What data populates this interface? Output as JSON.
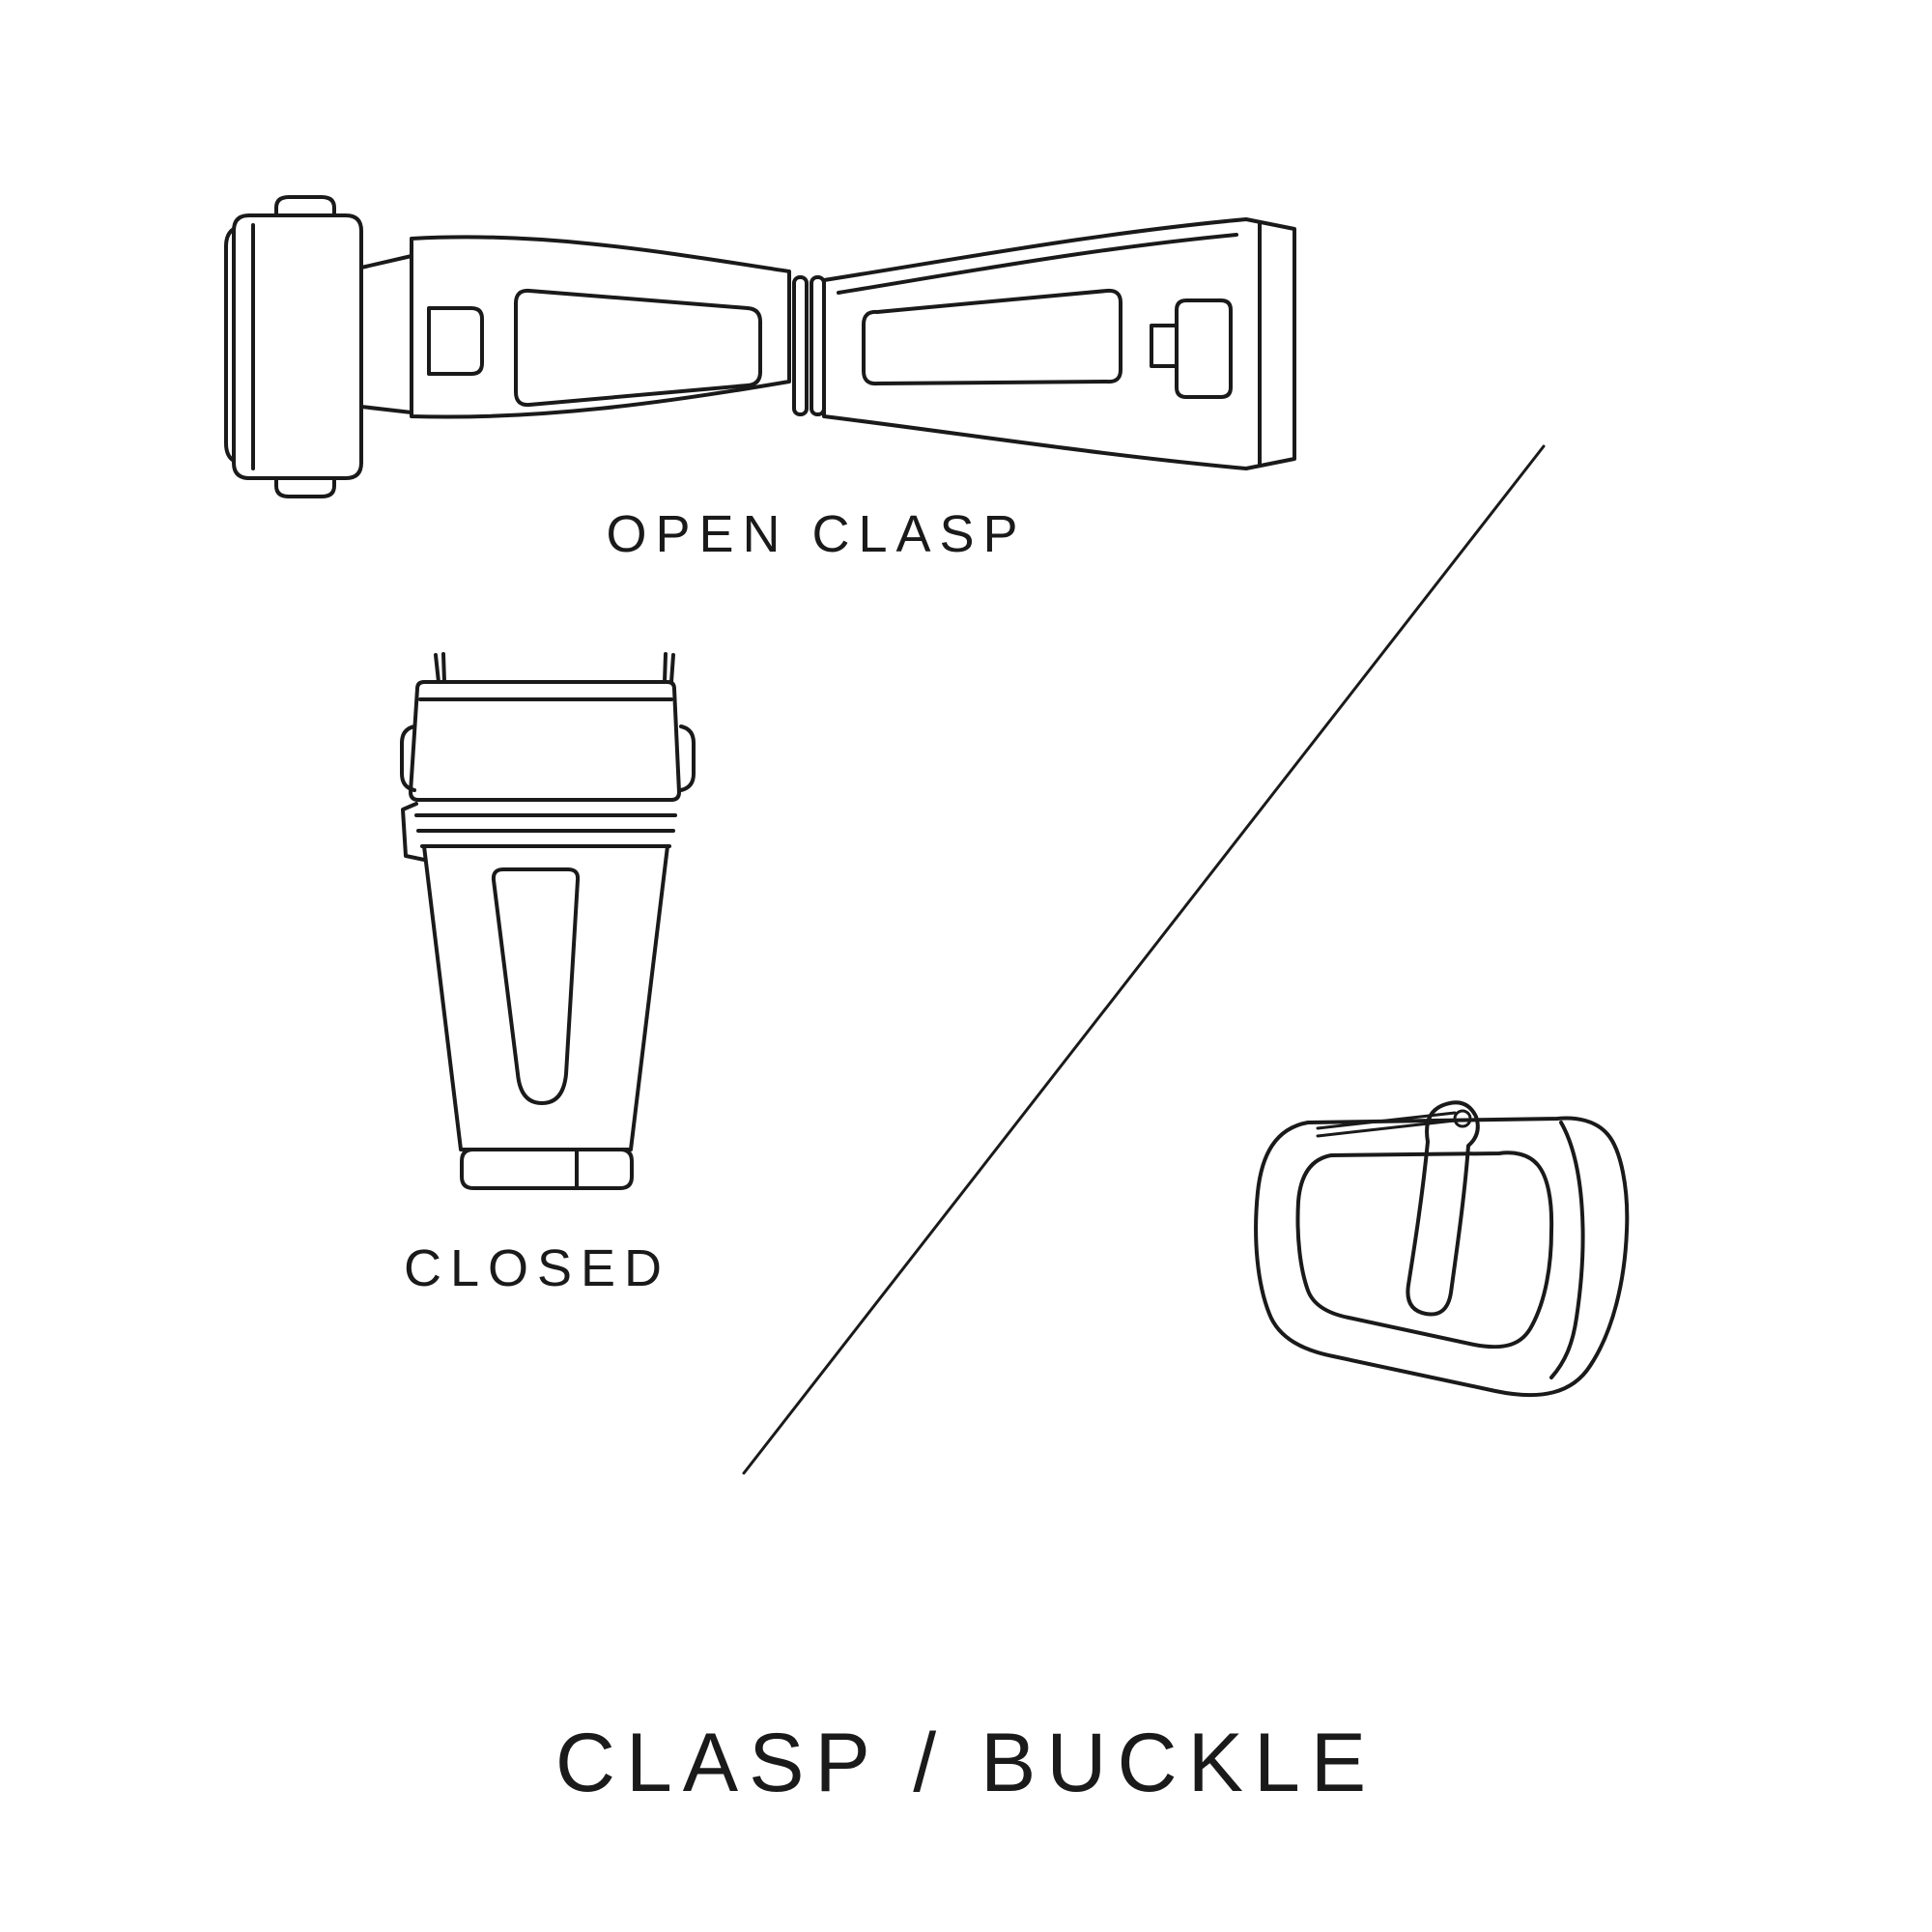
{
  "canvas": {
    "background": "#ffffff",
    "stroke_color": "#1a1a1a",
    "text_color": "#1a1a1a"
  },
  "labels": {
    "open_clasp": "OPEN CLASP",
    "closed": "CLOSED",
    "title": "CLASP / BUCKLE"
  },
  "figures": {
    "open_clasp": "open-deployant-clasp-top-view",
    "closed_clasp": "closed-clasp-top-view",
    "buckle": "tang-buckle-perspective",
    "divider": "diagonal-divider-line"
  }
}
